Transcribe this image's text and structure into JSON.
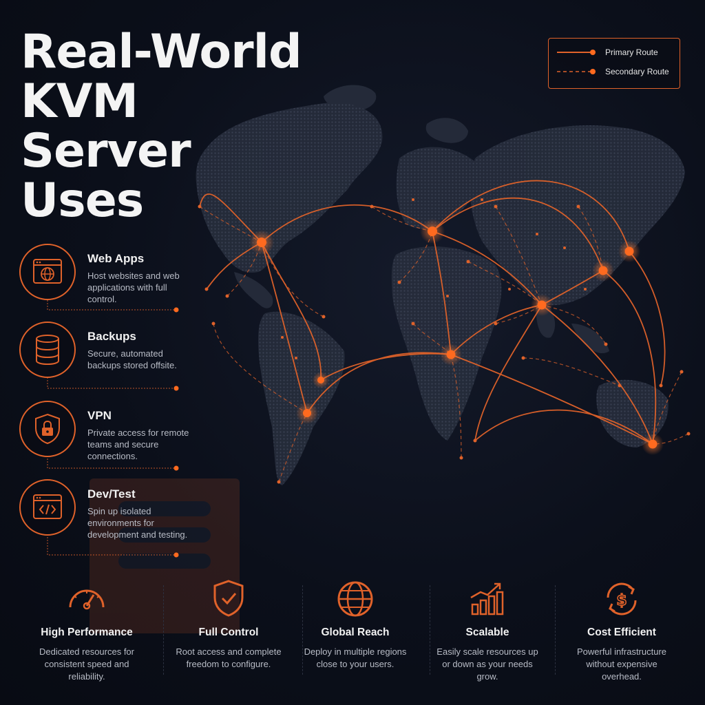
{
  "title_lines": [
    "Real-World",
    "KVM",
    "Server",
    "Uses"
  ],
  "legend": {
    "primary": "Primary Route",
    "secondary": "Secondary Route"
  },
  "uses": [
    {
      "title": "Web Apps",
      "description": "Host websites and web applications with full control.",
      "icon": "browser-globe-icon"
    },
    {
      "title": "Backups",
      "description": "Secure, automated backups stored offsite.",
      "icon": "database-icon"
    },
    {
      "title": "VPN",
      "description": "Private access for remote teams and secure connections.",
      "icon": "shield-lock-icon"
    },
    {
      "title": "Dev/Test",
      "description": "Spin up isolated environments for development and testing.",
      "icon": "code-window-icon"
    }
  ],
  "features": [
    {
      "title": "High Performance",
      "description": "Dedicated resources for consistent speed and reliability.",
      "icon": "speedometer-icon"
    },
    {
      "title": "Full Control",
      "description": "Root access and complete freedom to configure.",
      "icon": "shield-check-icon"
    },
    {
      "title": "Global Reach",
      "description": "Deploy in multiple regions close to your users.",
      "icon": "globe-icon"
    },
    {
      "title": "Scalable",
      "description": "Easily scale resources up or down as your needs grow.",
      "icon": "growth-chart-icon"
    },
    {
      "title": "Cost Efficient",
      "description": "Powerful infrastructure without expensive overhead.",
      "icon": "dollar-cycle-icon"
    }
  ],
  "colors": {
    "accent": "#e0622a",
    "background": "#0b0f1a",
    "land": "#2a3040"
  }
}
